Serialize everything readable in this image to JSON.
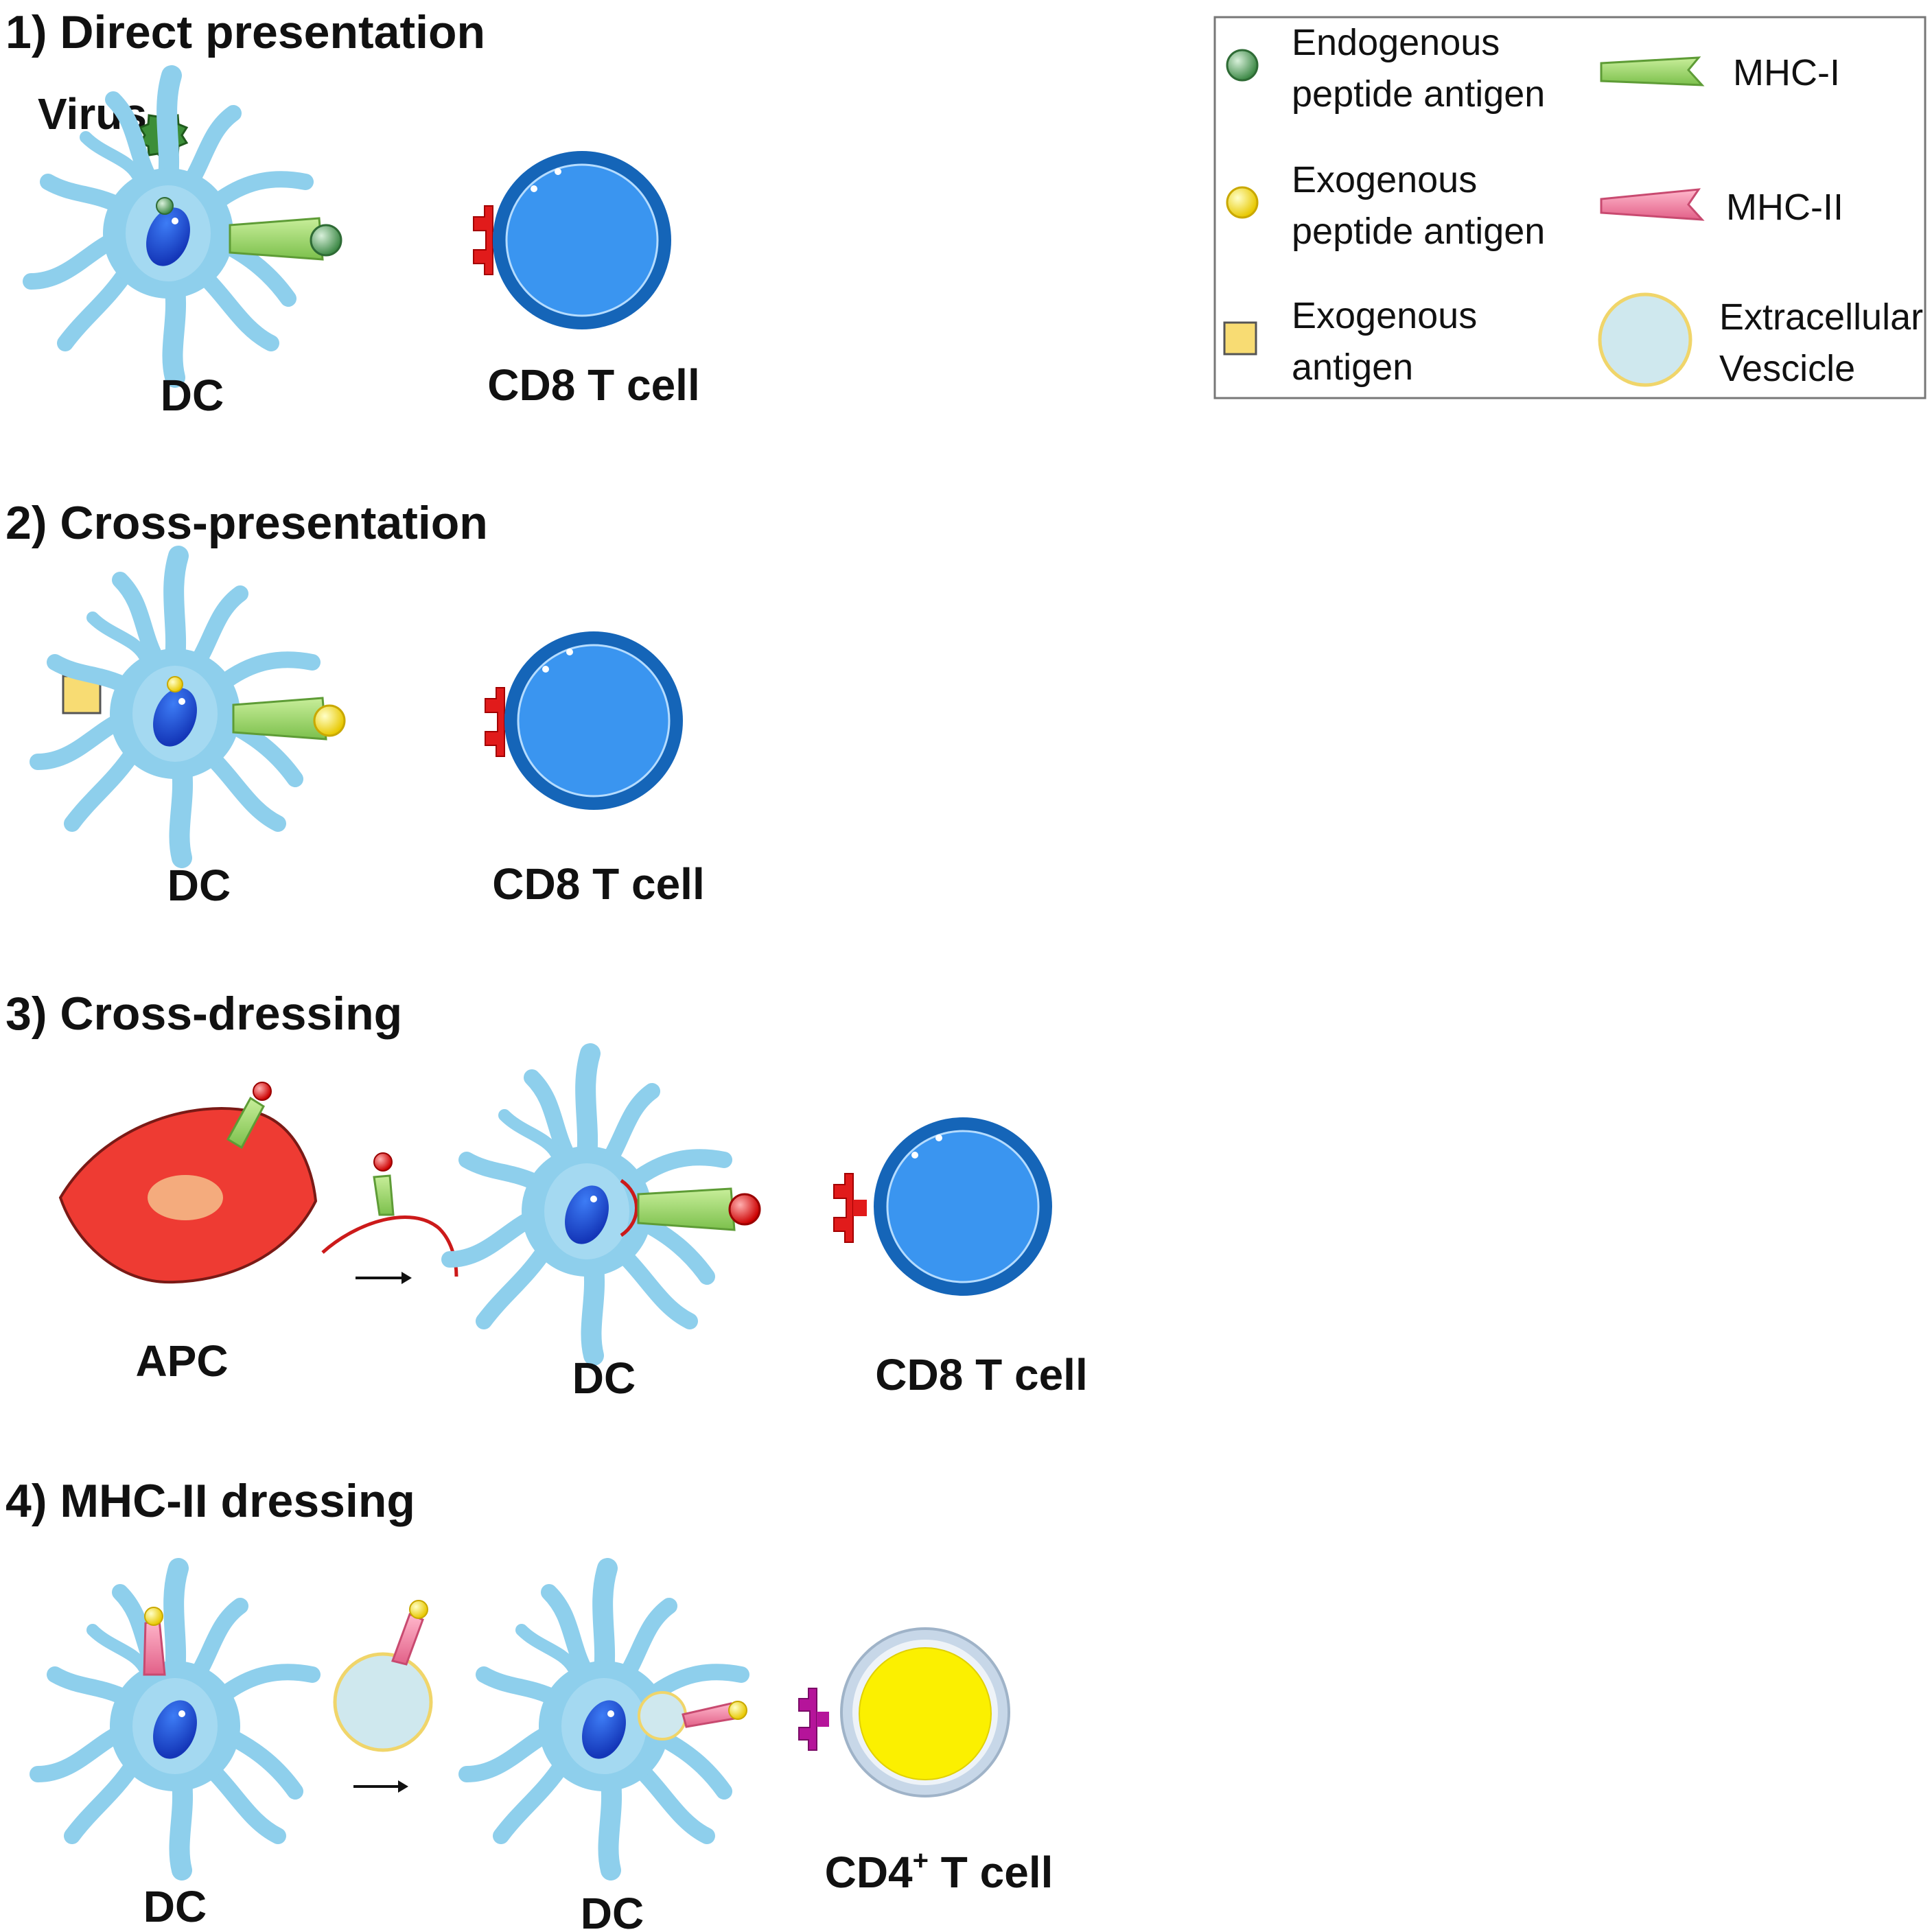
{
  "panels": [
    {
      "heading": "1) Direct presentation",
      "labels": {
        "virus": "Virus",
        "dc": "DC",
        "tcell": "CD8 T cell"
      }
    },
    {
      "heading": "2) Cross-presentation",
      "labels": {
        "dc": "DC",
        "tcell": "CD8 T cell"
      }
    },
    {
      "heading": "3) Cross-dressing",
      "labels": {
        "apc": "APC",
        "dc": "DC",
        "tcell": "CD8 T cell"
      }
    },
    {
      "heading": "4) MHC-II dressing",
      "labels": {
        "dc1": "DC",
        "dc2": "DC",
        "tcell_main": "CD4",
        "tcell_sup": "+",
        "tcell_rest": " T cell"
      }
    }
  ],
  "legend": {
    "endogenous": [
      "Endogenous",
      "peptide antigen"
    ],
    "exo_peptide": [
      "Exogenous",
      "peptide antigen"
    ],
    "exo_antigen": [
      "Exogenous",
      "antigen"
    ],
    "mhc1": "MHC-I",
    "mhc2": "MHC-II",
    "ev": [
      "Extracellular",
      "Vescicle"
    ]
  },
  "colors": {
    "dc_body": "#8ecfec",
    "dc_nucleus": "#1a4fd6",
    "tcell_outer": "#1565b8",
    "tcell_inner": "#3a95f0",
    "cd4_inner": "#fbf000",
    "tcr_cd8": "#e11b1b",
    "tcr_cd4": "#b5149a",
    "mhc1": "#9ed86a",
    "mhc2": "#f07ea0",
    "endogenous_peptide": "#4f9b58",
    "exogenous_peptide": "#f6e50e",
    "exogenous_antigen": "#f8dc73",
    "apc_body": "#ee3b33",
    "apc_nucleus": "#f4ab7d",
    "vesicle": "#cfe8ee",
    "virus": "#3c8e38",
    "red_peptide": "#e11b1b"
  }
}
